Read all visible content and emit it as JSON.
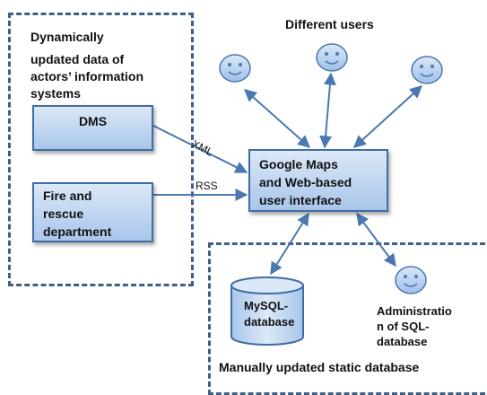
{
  "left_region": {
    "title": "Dynamically",
    "subtitle_lines": [
      "updated data of",
      "actors’ information",
      "systems"
    ]
  },
  "users_label": "Different users",
  "boxes": {
    "dms": "DMS",
    "fire_lines": [
      "Fire and",
      "rescue",
      "department"
    ],
    "gmaps_lines": [
      "Google Maps",
      "and Web-based",
      "user interface"
    ]
  },
  "edges": {
    "xml": "XML",
    "rss": "RSS"
  },
  "database": {
    "lines": [
      "MySQL-",
      "database"
    ]
  },
  "admin": {
    "lines": [
      "Administratio",
      "n of SQL-",
      "database"
    ]
  },
  "bottom_region_label": "Manually updated static database",
  "colors": {
    "border": "#3f5f86",
    "box_fill_top": "#dbe8f7",
    "box_fill_bottom": "#a9c6ea",
    "arrow": "#4a79b0"
  }
}
